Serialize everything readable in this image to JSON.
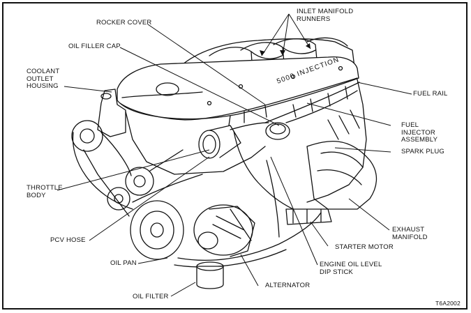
{
  "labels": {
    "inlet_manifold_runners": [
      "INLET MANIFOLD",
      "RUNNERS"
    ],
    "rocker_cover": [
      "ROCKER COVER"
    ],
    "oil_filler_cap": [
      "OIL FILLER CAP"
    ],
    "coolant_outlet_housing": [
      "COOLANT",
      "OUTLET",
      "HOUSING"
    ],
    "fuel_rail": [
      "FUEL RAIL"
    ],
    "fuel_injector_assembly": [
      "FUEL",
      "INJECTOR",
      "ASSEMBLY"
    ],
    "spark_plug": [
      "SPARK PLUG"
    ],
    "throttle_body": [
      "THROTTLE",
      "BODY"
    ],
    "pcv_hose": [
      "PCV HOSE"
    ],
    "exhaust_manifold": [
      "EXHAUST",
      "MANIFOLD"
    ],
    "starter_motor": [
      "STARTER MOTOR"
    ],
    "engine_oil_level_dip_stick": [
      "ENGINE OIL LEVEL",
      "DIP STICK"
    ],
    "oil_pan": [
      "OIL PAN"
    ],
    "alternator": [
      "ALTERNATOR"
    ],
    "oil_filter": [
      "OIL FILTER"
    ]
  },
  "cover_text": "5000 INJECTION",
  "figure_id": "T6A2002"
}
